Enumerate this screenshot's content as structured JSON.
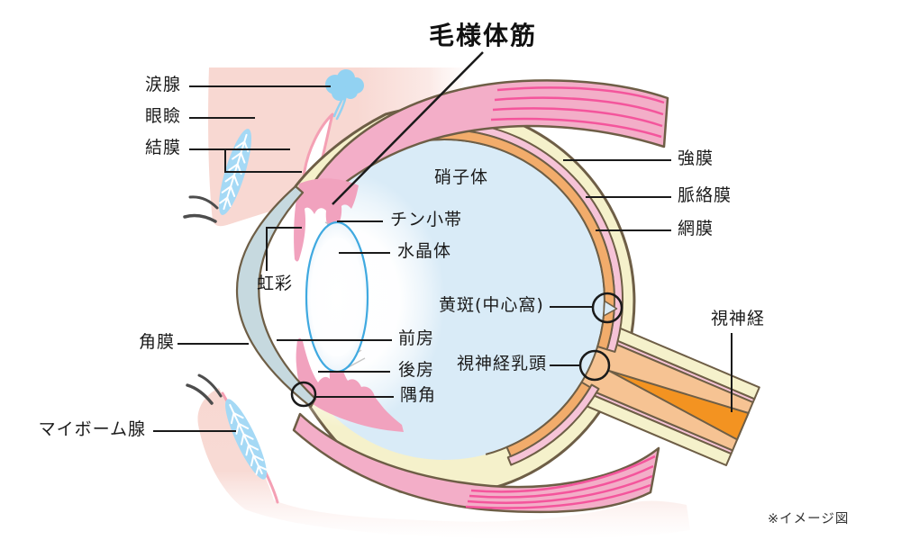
{
  "figure_title": "毛様体筋",
  "footnote": "※イメージ図",
  "labels": {
    "lacrimal_gland": "涙腺",
    "eyelid": "眼瞼",
    "conjunctiva": "結膜",
    "cornea": "角膜",
    "meibomian_gland": "マイボーム腺",
    "iris": "虹彩",
    "zonule": "チン小帯",
    "lens": "水晶体",
    "vitreous_body": "硝子体",
    "anterior_chamber": "前房",
    "posterior_chamber": "後房",
    "angle": "隅角",
    "sclera": "強膜",
    "choroid": "脈絡膜",
    "retina": "網膜",
    "macula": "黄斑(中心窩)",
    "optic_disc": "視神経乳頭",
    "optic_nerve": "視神経"
  },
  "colors": {
    "line": "#1A1A1A",
    "outline_brown": "#6E5E46",
    "sclera_cream": "#F5F1CB",
    "choroid_pink": "#F6C3D7",
    "retina_orange": "#F2AC6B",
    "nerve_peach": "#F6C393",
    "nerve_core_orange": "#F39321",
    "vitreous_blue": "#D9EBF7",
    "cornea_blue": "#C6D9DF",
    "muscle_pink": "#F3AEC8",
    "muscle_stripe": "#F4559C",
    "skin_pink": "#F8D8D2",
    "gland_blue": "#92D2F2",
    "tarsus_edge": "#F4A0B4",
    "lens_edge": "#3FA9E0"
  }
}
